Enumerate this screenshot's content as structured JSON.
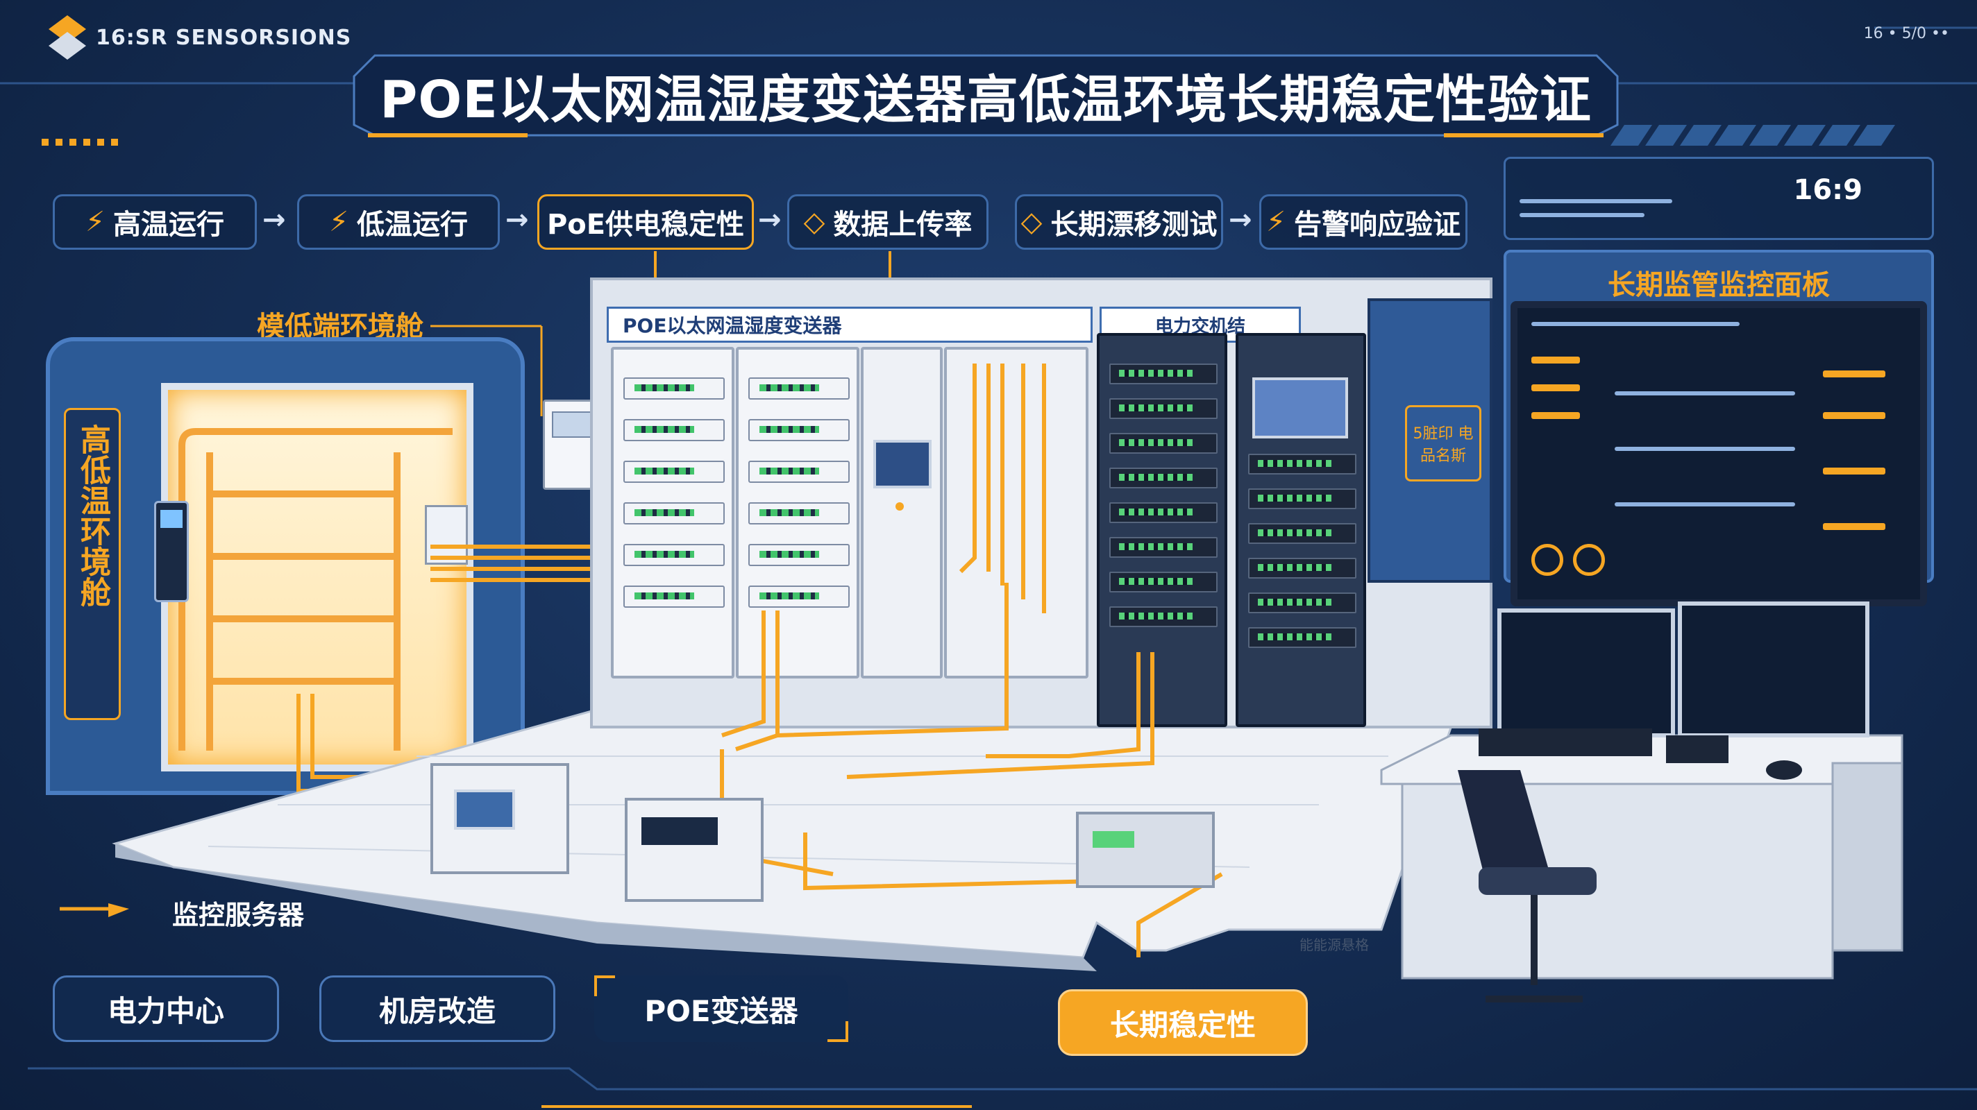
{
  "header": {
    "logo_text": "16:SR SENSORSIONS",
    "title": "POE以太网温湿度变送器高低温环境长期稳定性验证",
    "top_right": "16 • 5/0 ••"
  },
  "flow_steps": [
    {
      "label": "高温运行",
      "icon": "lightning-icon"
    },
    {
      "label": "低温运行",
      "icon": "lightning-icon"
    },
    {
      "label": "PoE供电稳定性",
      "icon": ""
    },
    {
      "label": "数据上传率",
      "icon": "diamond-icon"
    },
    {
      "label": "长期漂移测试",
      "icon": "diamond-icon"
    },
    {
      "label": "告警响应验证",
      "icon": "lightning-icon"
    }
  ],
  "flow_arrow": "→",
  "chamber": {
    "label_top": "模低端环境舱",
    "vertical_label": "高低温环境舱"
  },
  "racks": {
    "banner_left": "POE以太网温湿度变送器",
    "banner_right": "电力交机结",
    "side_sign": "5脏印 电 品名斯"
  },
  "monitor_panel": {
    "ratio": "16:9",
    "title": "长期监管监控面板"
  },
  "floor_note": "能能源悬格",
  "legend": {
    "label": "监控服务器"
  },
  "bottom_tags": [
    {
      "label": "电力中心",
      "highlight": false
    },
    {
      "label": "机房改造",
      "highlight": false
    },
    {
      "label": "POE变送器",
      "highlight": false
    },
    {
      "label": "长期稳定性",
      "highlight": true
    }
  ],
  "colors": {
    "accent": "#f6a623",
    "background": "#142c52",
    "border": "#3d6aa8"
  }
}
